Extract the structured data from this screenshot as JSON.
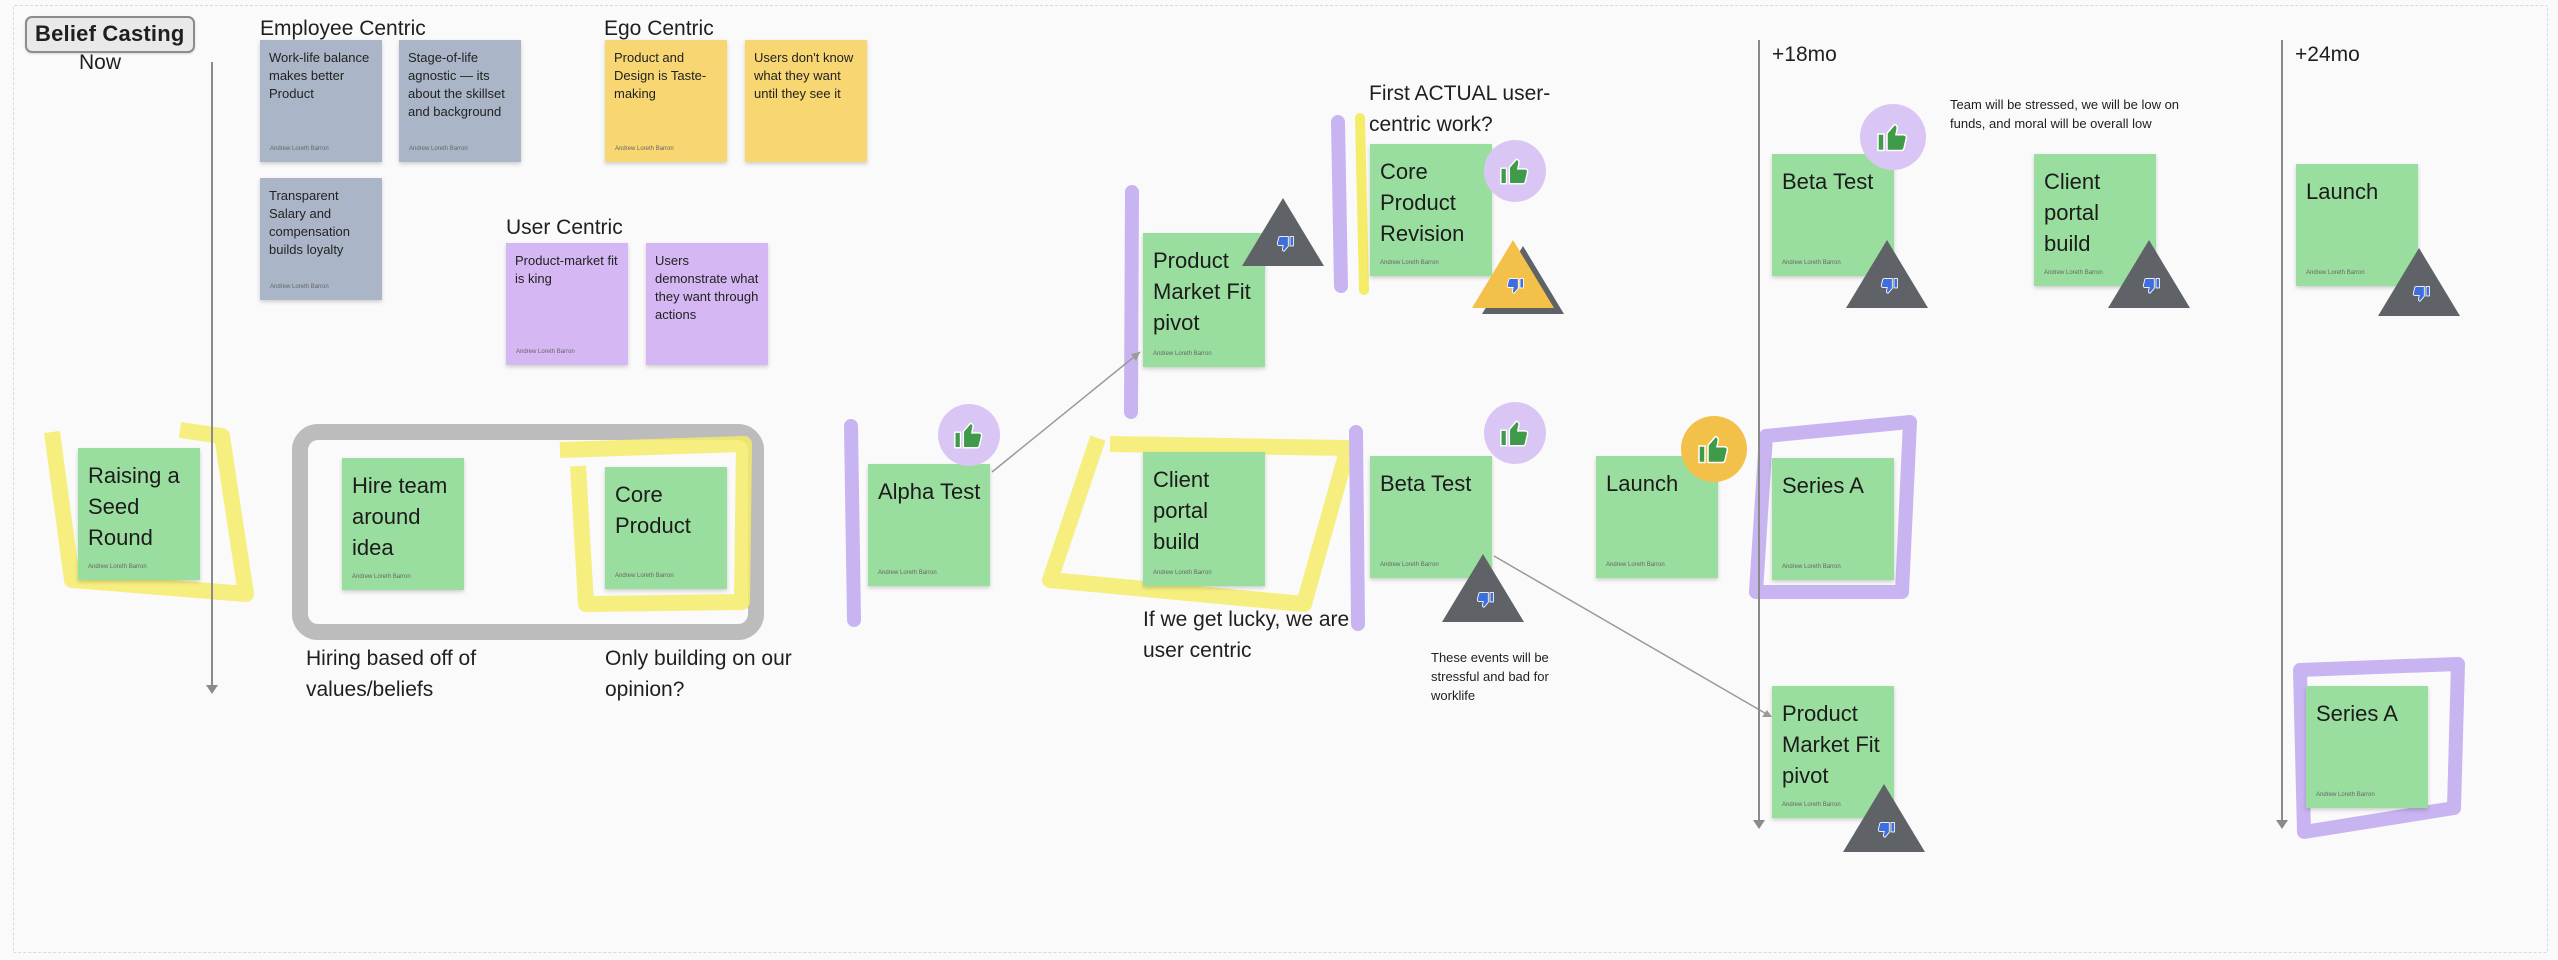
{
  "board": {
    "title": "Belief Casting",
    "timeline_labels": {
      "now": "Now",
      "m18": "+18mo",
      "m24": "+24mo"
    }
  },
  "categories": {
    "employee": "Employee Centric",
    "ego": "Ego Centric",
    "user": "User Centric"
  },
  "notes": {
    "employee_1": "Work-life balance makes better Product",
    "employee_2": "Stage-of-life agnostic — its about the skillset and background",
    "employee_3": "Transparent Salary and compensation builds loyalty",
    "ego_1": "Product and Design is Taste-making",
    "ego_2": "Users don't know what they want until they see it",
    "user_1": "Product-market fit is king",
    "user_2": "Users demonstrate what they want through actions"
  },
  "author": "Andrew Loreth Barron",
  "milestones": {
    "seed": "Raising a Seed Round",
    "hire": "Hire team around idea",
    "core": "Core Product",
    "alpha": "Alpha Test",
    "pmf_pivot_1": "Product Market Fit pivot",
    "client_portal_1": "Client portal build",
    "core_revision": "Core Product Revision",
    "beta_1": "Beta Test",
    "launch_1": "Launch",
    "beta_2": "Beta Test",
    "client_portal_2": "Client portal build",
    "series_a_1": "Series A",
    "pmf_pivot_2": "Product Market Fit pivot",
    "launch_2": "Launch",
    "series_a_2": "Series A"
  },
  "annotations": {
    "hiring": "Hiring based off of values/beliefs",
    "opinion": "Only building on our opinion?",
    "lucky": "If we get lucky, we are user centric",
    "first_actual": "First ACTUAL user-centric work?",
    "stressful": "These events will be stressful and bad for worklife",
    "team_stressed": "Team will be stressed, we will be low on funds, and moral will be overall low"
  },
  "icons": {
    "thumbs_up": "thumbs-up-icon",
    "thumbs_down": "thumbs-down-icon"
  },
  "colors": {
    "sticky_green": "#9ade9f",
    "sticky_gray": "#aab6c7",
    "sticky_yellow": "#f8d772",
    "sticky_purple": "#d5b7f3",
    "highlight_yellow": "#f5ec6a",
    "highlight_purple": "#c8b4f0",
    "outline_gray": "#b9b9b9",
    "thumbs_up_green": "#3f9a4a",
    "thumbs_down_blue": "#3d6ee0",
    "triangle_gray": "#5f6368"
  }
}
